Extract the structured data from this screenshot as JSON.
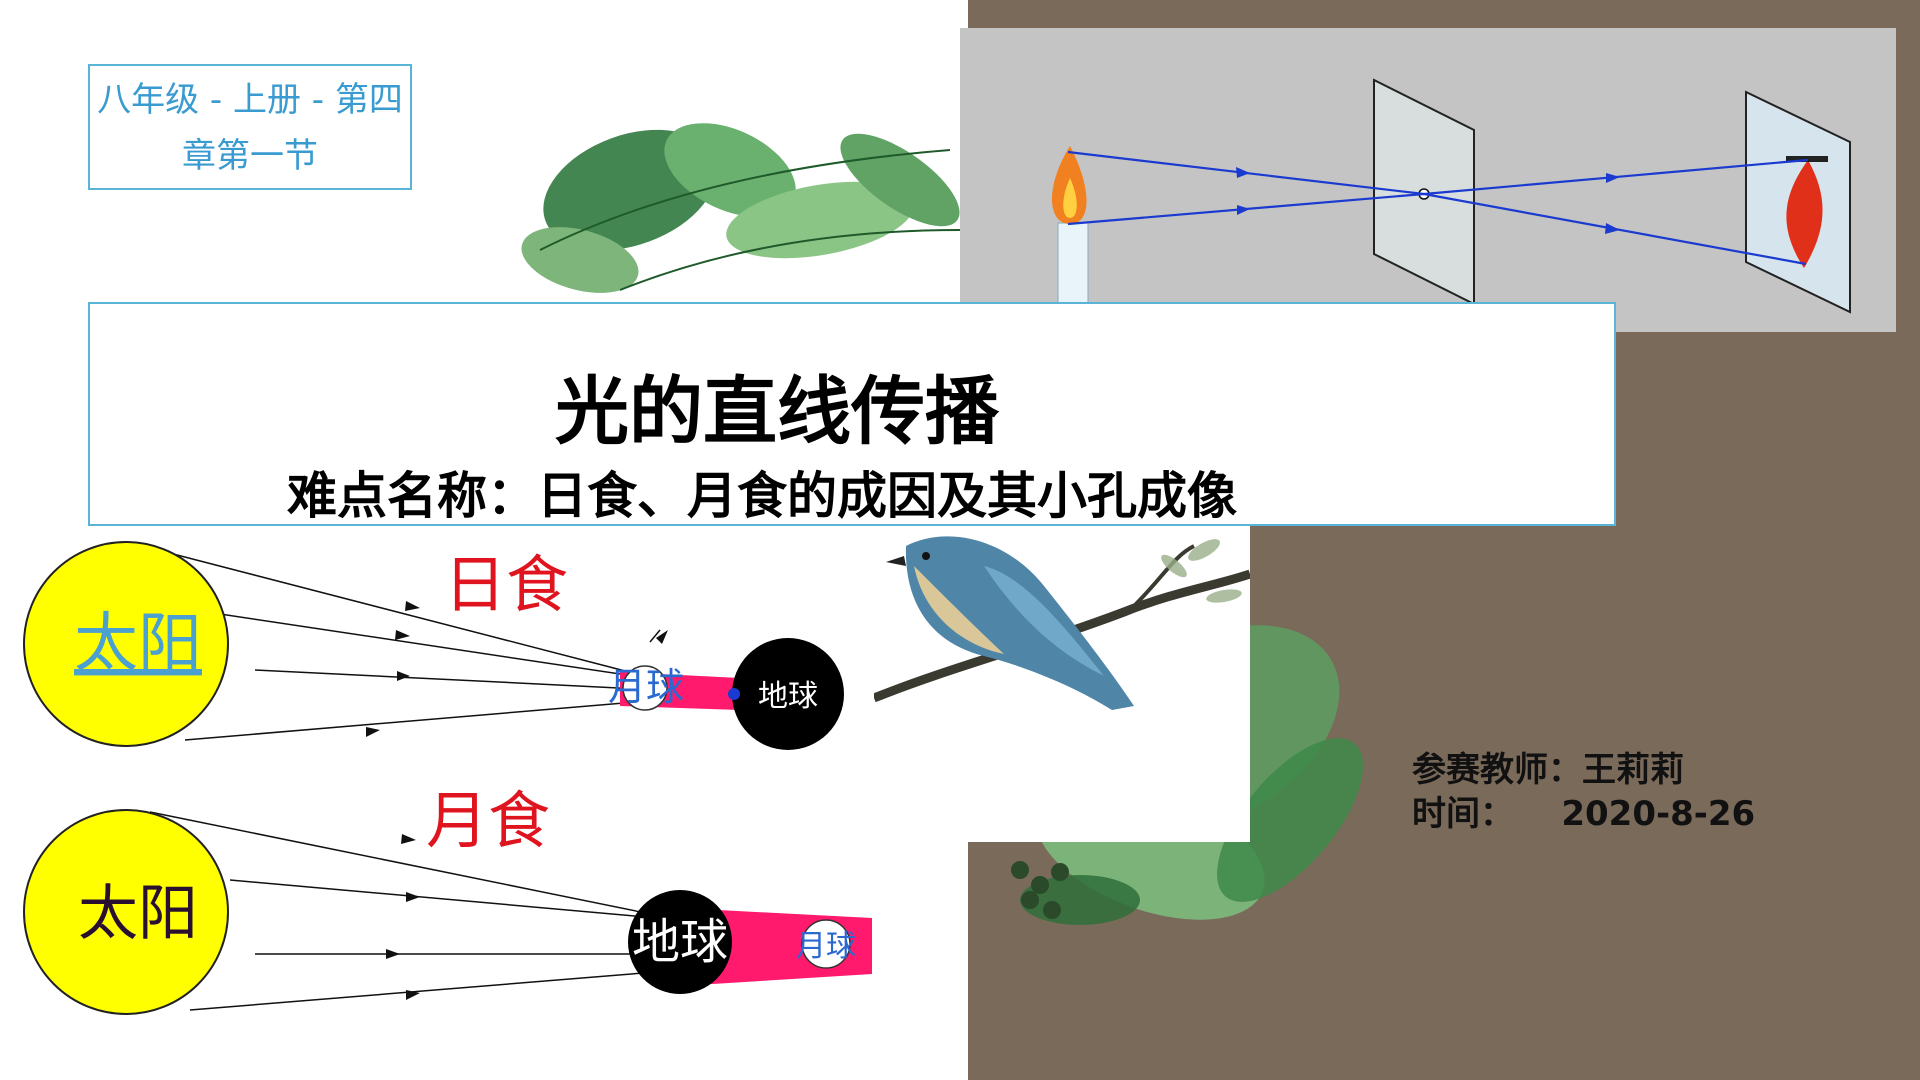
{
  "grade_label": "八年级 - 上册 - 第四章第一节",
  "title": "光的直线传播",
  "subtitle": "难点名称：日食、月食的成因及其小孔成像",
  "solar_eclipse": {
    "caption": "日食",
    "sun_label": "太阳",
    "moon_label": "月球",
    "earth_label": "地球"
  },
  "lunar_eclipse": {
    "caption": "月食",
    "sun_label": "太阳",
    "earth_label": "地球",
    "moon_label": "月球"
  },
  "teacher": {
    "label": "参赛教师：王莉莉",
    "time_label": "时间：",
    "date": "2020-8-26"
  },
  "colors": {
    "background_brown": "#7a6a5a",
    "frame_blue": "#5ab4d8",
    "sun_yellow": "#ffff00",
    "umbra_red": "#ff1a6e",
    "caption_red": "#e0141e",
    "ray_blue": "#1a3ad0",
    "panel_gray": "#c4c4c4"
  }
}
